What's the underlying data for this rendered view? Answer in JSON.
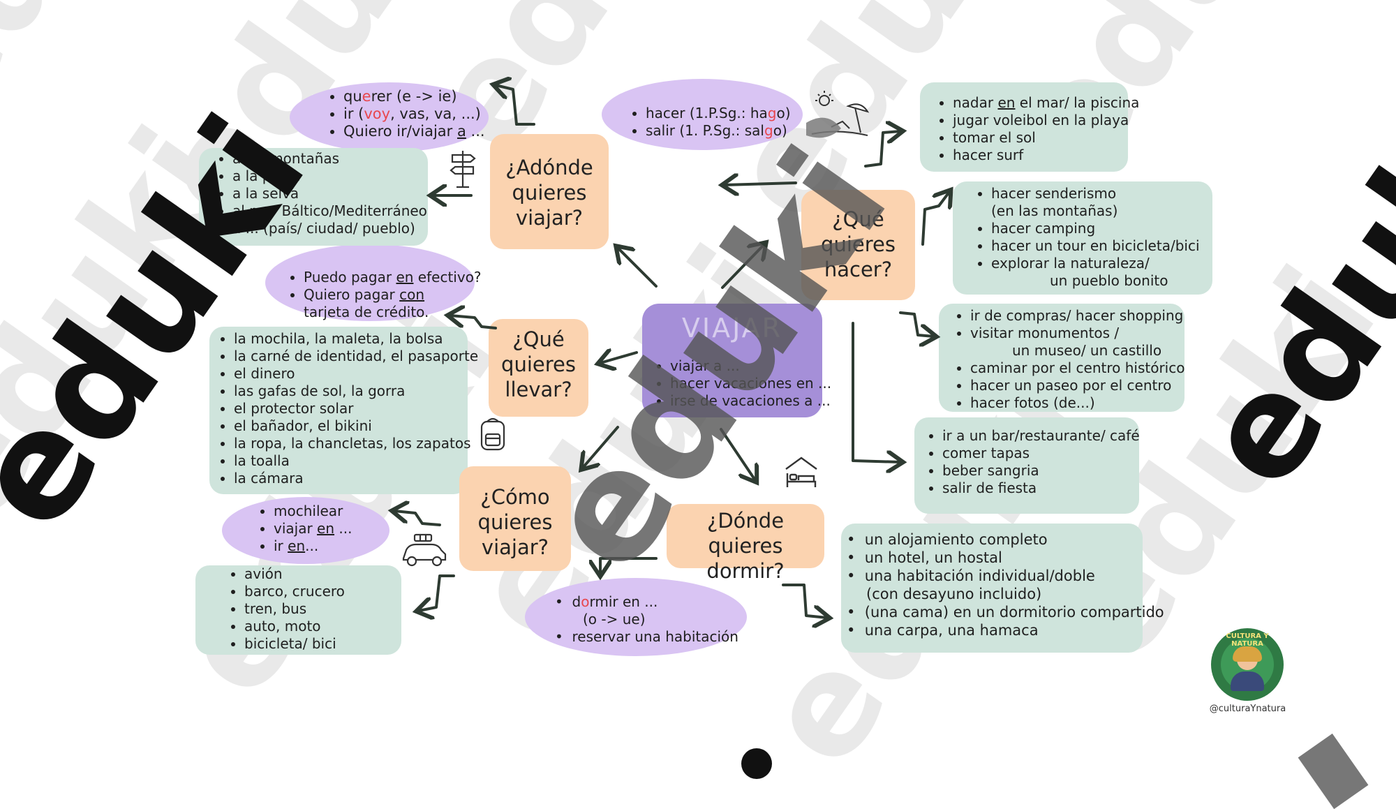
{
  "watermark": {
    "word": "eduki",
    "color": "#555555"
  },
  "colors": {
    "green": "#cfe4dc",
    "orange": "#fbd3b0",
    "purple_blob": "#d9c4f3",
    "center": "#a58fd8",
    "highlight": "#e8474e",
    "arrow": "#2e3b32"
  },
  "center": {
    "title": "VIAJAR",
    "items": [
      "viajar a ...",
      "hacer vacaciones en ...",
      "irse de vacaciones a ..."
    ]
  },
  "questions": {
    "adonde": "¿Adónde quieres viajar?",
    "llevar": "¿Qué quieres llevar?",
    "como": "¿Cómo quieres viajar?",
    "dormir": "¿Dónde quieres dormir?",
    "hacer": "¿Qué quieres hacer?"
  },
  "verbs_querer": {
    "line1_a": "qu",
    "line1_hl": "e",
    "line1_b": "rer (e -> ie)",
    "line2_a": "ir (",
    "line2_hl": "voy",
    "line2_b": ", vas, va, ...)",
    "line3_a": "Quiero ir/viajar ",
    "line3_u": "a",
    "line3_b": " ..."
  },
  "destinations": [
    "a las montañas",
    "a la playa",
    "a la selva",
    "al mar Báltico/Mediterráneo",
    "a ... (país/ ciudad/ pueblo)"
  ],
  "pay": {
    "line1_a": "Puedo pagar ",
    "line1_u": "en",
    "line1_b": " efectivo?",
    "line2_a": "Quiero pagar ",
    "line2_u": "con",
    "line2_b": "tarjeta de crédito."
  },
  "bring": [
    "la mochila, la maleta, la bolsa",
    "la carné de identidad, el pasaporte",
    "el dinero",
    "las gafas de sol, la gorra",
    "el protector solar",
    "el bañador, el bikini",
    "la ropa, la chancletas, los zapatos",
    "la toalla",
    "la cámara"
  ],
  "how_verbs": {
    "line1": "mochilear",
    "line2_a": "viajar ",
    "line2_u": "en",
    "line2_b": " ...",
    "line3_a": "ir ",
    "line3_u": "en",
    "line3_b": "..."
  },
  "transport": [
    "avión",
    "barco, crucero",
    "tren, bus",
    "auto, moto",
    "bicicleta/ bici"
  ],
  "sleep_verbs": {
    "line1_a": "d",
    "line1_hl": "o",
    "line1_b": "rmir en ...",
    "line1_sub": "(o -> ue)",
    "line2": "reservar una habitación"
  },
  "lodging": [
    "un alojamiento completo",
    "un hotel, un hostal",
    "una habitación individual/doble",
    "(con desayuno incluido)",
    "(una cama) en un dormitorio compartido",
    "una carpa, una hamaca"
  ],
  "do_verbs": {
    "line1_a": "hacer (1.P.Sg.: ha",
    "line1_hl": "g",
    "line1_b": "o)",
    "line2_a": "salir (1. P.Sg.: sal",
    "line2_hl": "g",
    "line2_b": "o)"
  },
  "beach": {
    "line1_a": "nadar ",
    "line1_u": "en",
    "line1_b": " el mar/ la piscina",
    "line2": "jugar voleibol en la playa",
    "line3": "tomar el sol",
    "line4": "hacer surf"
  },
  "mountain": {
    "line1": "hacer senderismo",
    "line1_sub": "(en las montañas)",
    "line2": "hacer camping",
    "line3": "hacer un tour en bicicleta/bici",
    "line4": "explorar la naturaleza/",
    "line4_sub": "un pueblo bonito"
  },
  "city": {
    "line1": "ir de compras/ hacer shopping",
    "line2": "visitar monumentos /",
    "line2_sub": "un museo/ un castillo",
    "line3": "caminar por el centro histórico",
    "line4": "hacer un paseo por el centro",
    "line5": "hacer fotos (de...)"
  },
  "nightlife": [
    "ir a  un bar/restaurante/ café",
    "comer tapas",
    "beber sangria",
    "salir de fiesta"
  ],
  "logo": {
    "ring_text": "CULTURA Y NATURA",
    "handle": "@culturaYnatura"
  },
  "icons": [
    "signpost-icon",
    "backpack-icon",
    "car-icon",
    "bed-icon",
    "beach-icon"
  ]
}
